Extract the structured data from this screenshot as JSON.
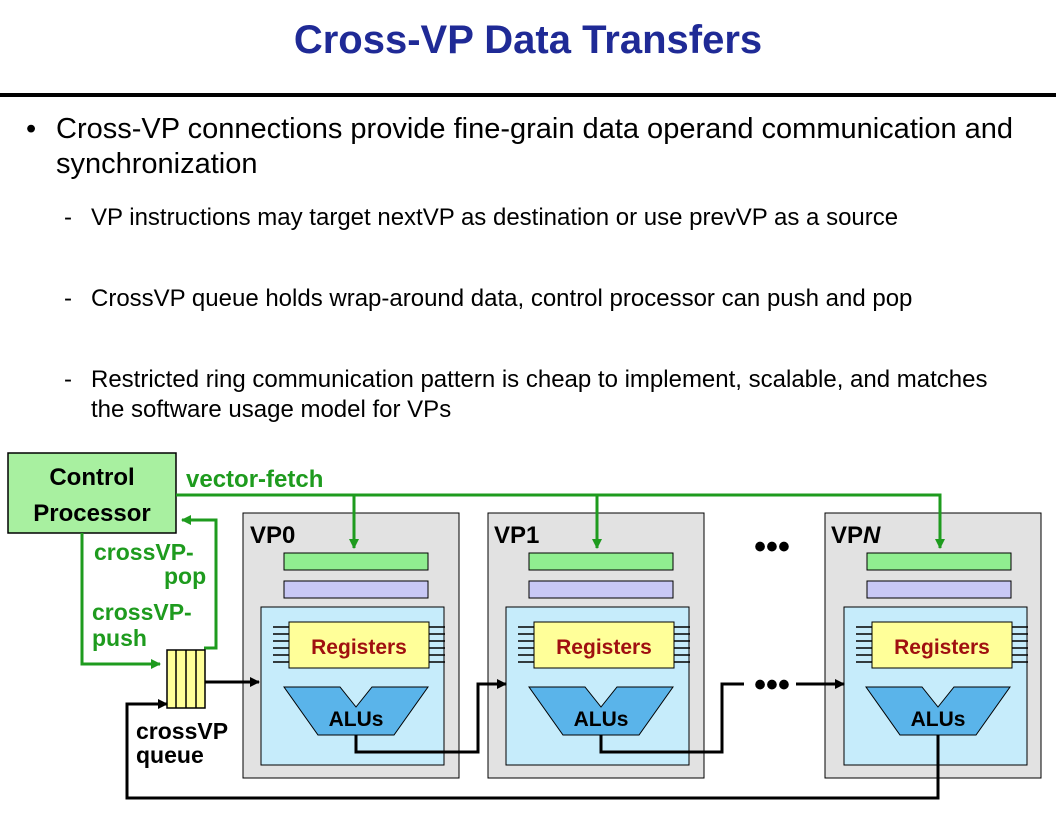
{
  "title": "Cross-VP Data Transfers",
  "bullet": "Cross-VP connections provide fine-grain data operand communication and synchronization",
  "subpoints": [
    "VP instructions may target nextVP as destination or use prevVP as a source",
    "CrossVP queue holds wrap-around data, control processor can push and pop",
    "Restricted ring communication pattern is cheap to implement, scalable, and matches the software usage model for VPs"
  ],
  "diagram": {
    "control_processor": [
      "Control",
      "Processor"
    ],
    "vector_fetch": "vector-fetch",
    "crossvp_pop": [
      "crossVP-",
      "pop"
    ],
    "crossvp_push": [
      "crossVP-",
      "push"
    ],
    "queue_label": [
      "crossVP",
      "queue"
    ],
    "vp_labels": [
      "VP0",
      "VP1",
      "VPN"
    ],
    "registers": "Registers",
    "alus": "ALUs",
    "ellipsis": "•••",
    "colors": {
      "title": "#1f2a96",
      "green": "#1e9b1e",
      "cp_fill": "#a8f0a0",
      "vp_fill": "#e2e2e2",
      "inner_fill": "#c6ecfb",
      "reg_fill": "#ffff99",
      "alu_fill": "#5ab4ea",
      "bar_green": "#90ee90",
      "bar_lav": "#c8c8f5"
    }
  }
}
